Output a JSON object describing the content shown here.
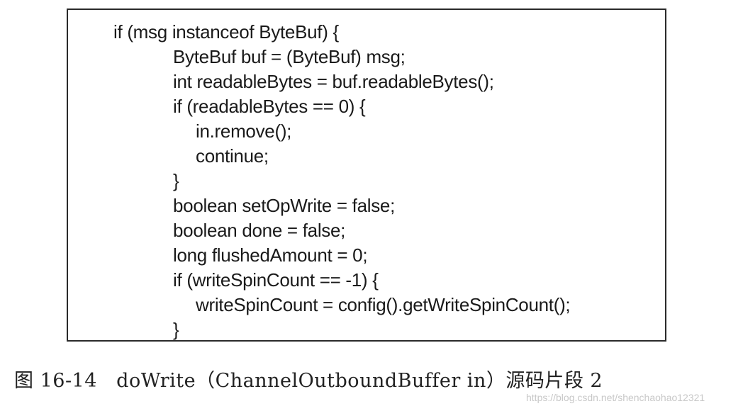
{
  "code_lines": [
    "if (msg instanceof ByteBuf) {",
    "ByteBuf buf = (ByteBuf) msg;",
    "int readableBytes = buf.readableBytes();",
    "if (readableBytes == 0) {",
    "in.remove();",
    "continue;",
    "}",
    "boolean setOpWrite = false;",
    "boolean done = false;",
    "long flushedAmount = 0;",
    "if (writeSpinCount == -1) {",
    "writeSpinCount = config().getWriteSpinCount();",
    "}"
  ],
  "caption": "图 16-14   doWrite（ChannelOutboundBuffer in）源码片段 2",
  "watermark": "https://blog.csdn.net/shenchaohao12321"
}
